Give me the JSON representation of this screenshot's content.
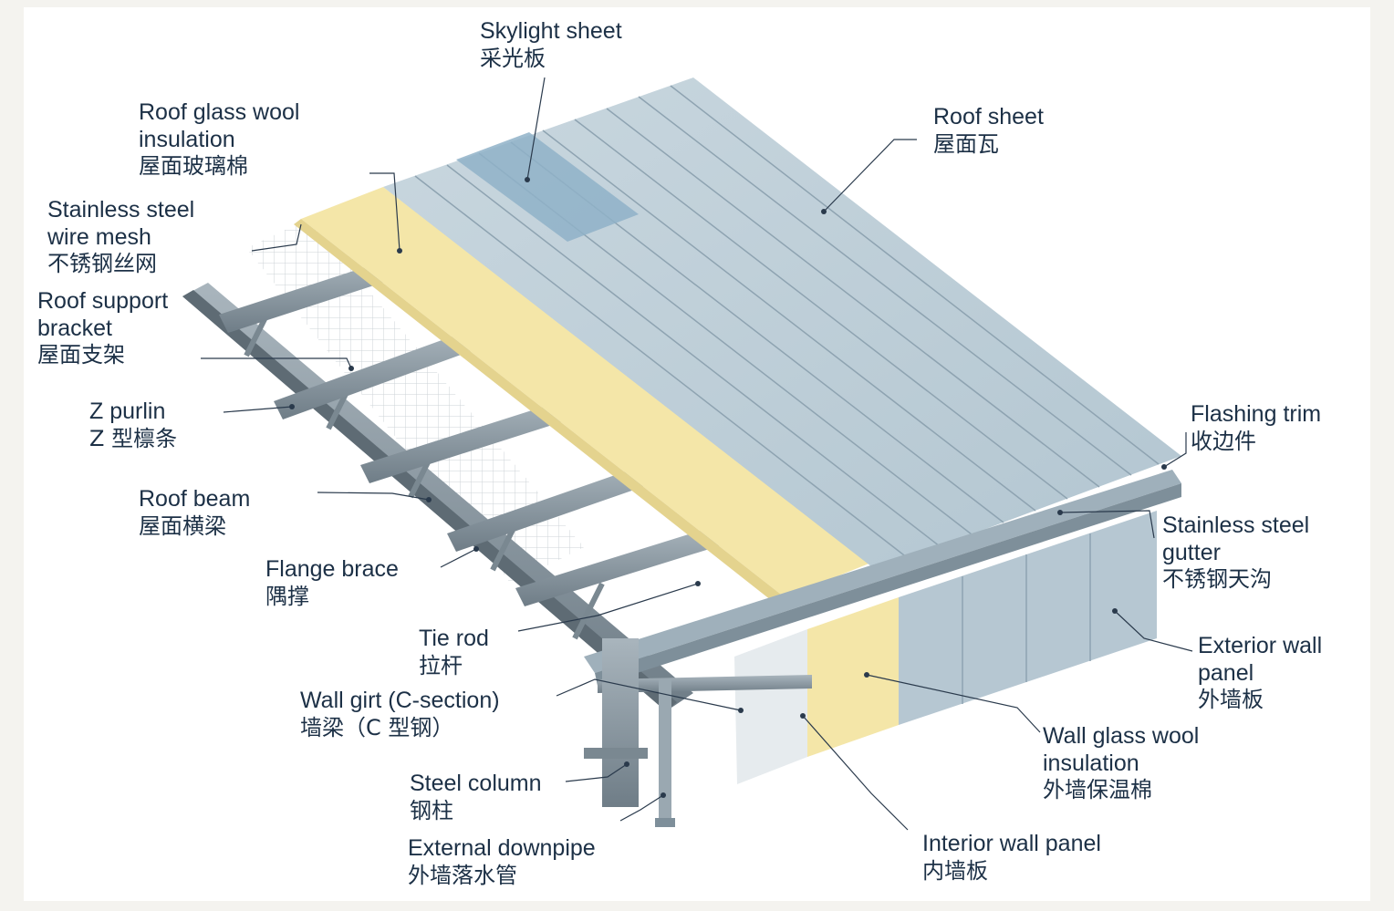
{
  "accent_colors": {
    "roof_sheet": "#bfcfd8",
    "rib_line": "#8ea3b1",
    "skylight": "#8fb2c8",
    "glass_wool": "#f4e6a8",
    "steel": "#8896a0",
    "leader_line": "#2a3a4c",
    "label_text": "#1c3046"
  },
  "labels": {
    "skylight_sheet": {
      "en": "Skylight sheet",
      "zh": "采光板"
    },
    "roof_glass_wool": {
      "en1": "Roof glass wool",
      "en2": "insulation",
      "zh": "屋面玻璃棉"
    },
    "roof_sheet": {
      "en": "Roof sheet",
      "zh": "屋面瓦"
    },
    "wire_mesh": {
      "en1": "Stainless steel",
      "en2": "wire mesh",
      "zh": "不锈钢丝网"
    },
    "support_bracket": {
      "en1": "Roof support",
      "en2": "bracket",
      "zh": "屋面支架"
    },
    "z_purlin": {
      "en": "Z purlin",
      "zh": "Z 型檩条"
    },
    "roof_beam": {
      "en": "Roof beam",
      "zh": "屋面横梁"
    },
    "flange_brace": {
      "en": "Flange brace",
      "zh": "隅撑"
    },
    "tie_rod": {
      "en": "Tie rod",
      "zh": "拉杆"
    },
    "wall_girt": {
      "en": "Wall girt (C-section)",
      "zh": "墙梁（C 型钢）"
    },
    "steel_column": {
      "en": "Steel column",
      "zh": "钢柱"
    },
    "downpipe": {
      "en": "External downpipe",
      "zh": "外墙落水管"
    },
    "flashing_trim": {
      "en": "Flashing trim",
      "zh": "收边件"
    },
    "gutter": {
      "en1": "Stainless steel",
      "en2": "gutter",
      "zh": "不锈钢天沟"
    },
    "exterior_wall": {
      "en1": "Exterior wall",
      "en2": "panel",
      "zh": "外墙板"
    },
    "wall_glass_wool": {
      "en1": "Wall glass wool",
      "en2": "insulation",
      "zh": "外墙保温棉"
    },
    "interior_wall": {
      "en": "Interior wall panel",
      "zh": "内墙板"
    }
  }
}
